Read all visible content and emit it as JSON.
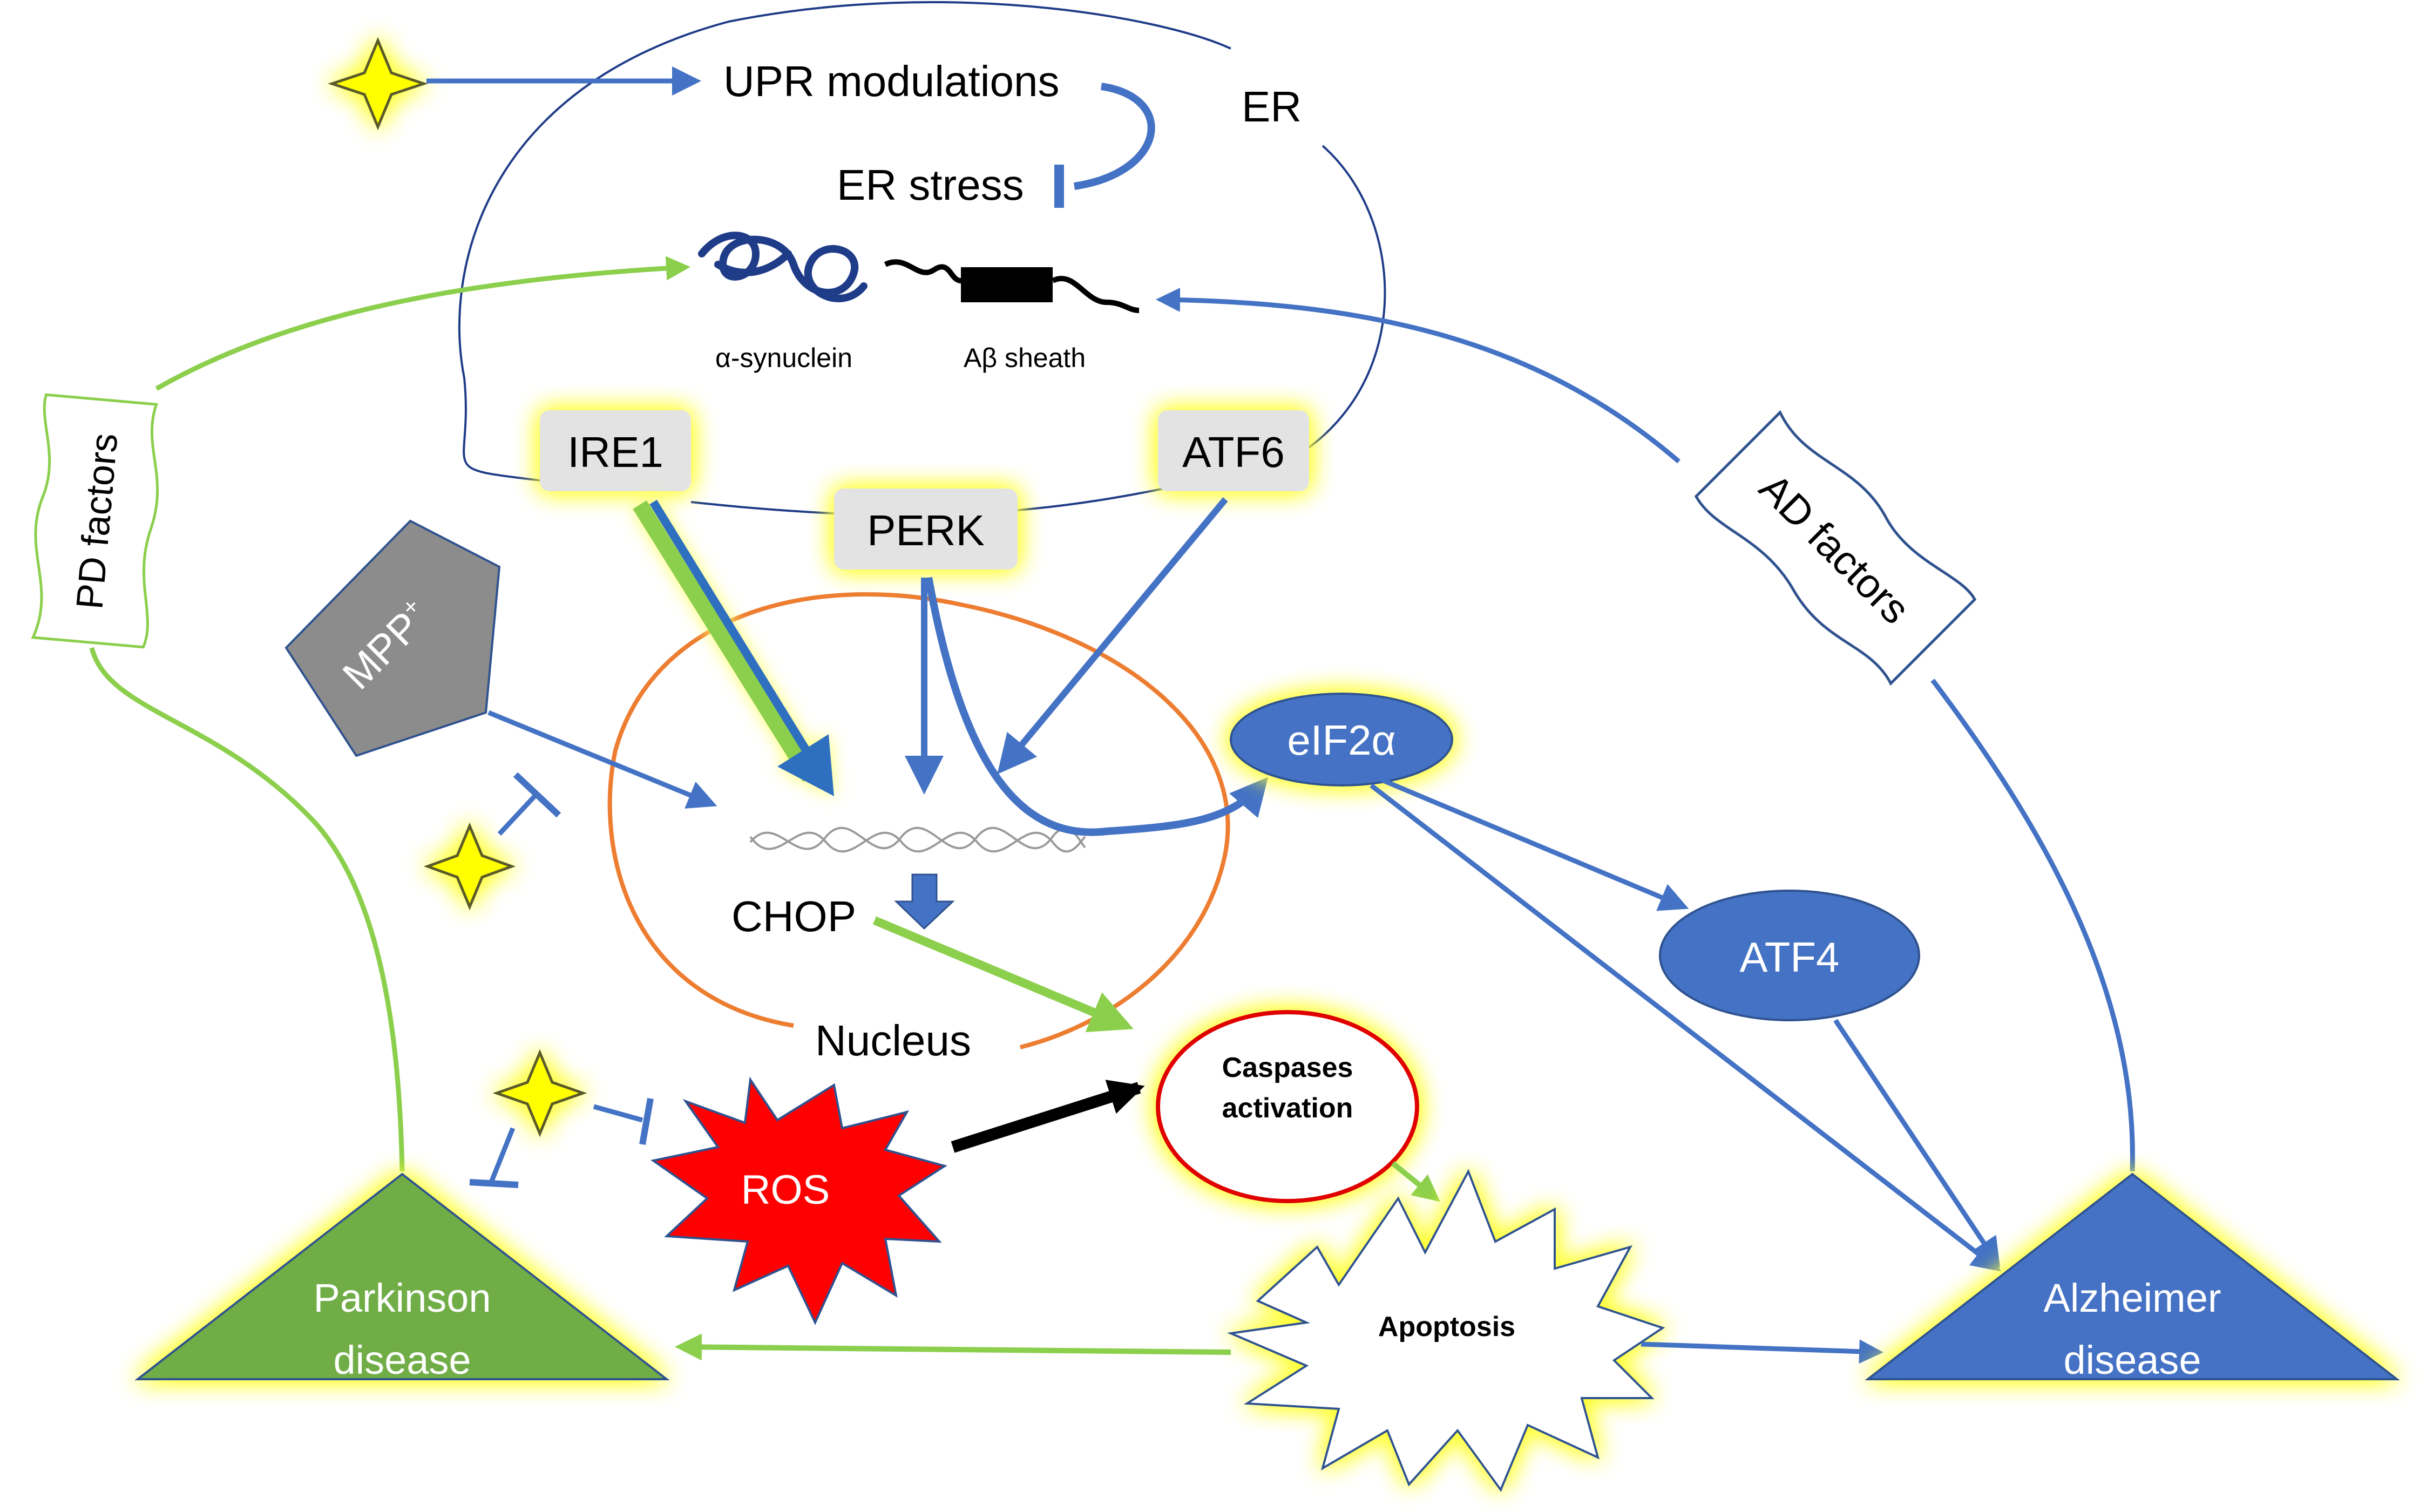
{
  "labels": {
    "er": "ER",
    "upr_modulations": "UPR modulations",
    "er_stress": "ER stress",
    "alpha_synuclein": "α-synuclein",
    "abeta_sheath": "Aβ sheath",
    "ire1": "IRE1",
    "perk": "PERK",
    "atf6": "ATF6",
    "pd_factors": "PD factors",
    "ad_factors": "AD factors",
    "mpp": "MPP",
    "mpp_sup": "+",
    "eif2a": "eIF2α",
    "atf4": "ATF4",
    "chop": "CHOP",
    "nucleus": "Nucleus",
    "caspases_line1": "Caspases",
    "caspases_line2": "activation",
    "ros": "ROS",
    "apoptosis": "Apoptosis",
    "parkinson_line1": "Parkinson",
    "parkinson_line2": "disease",
    "alzheimer_line1": "Alzheimer",
    "alzheimer_line2": "disease"
  },
  "colors": {
    "blue": "#4472C4",
    "green": "#8CCF4D",
    "orange": "#ED7D31",
    "red": "#E00000",
    "black": "#000000",
    "grey_box": "#E3E3E3",
    "mpp_grey": "#8C8C8C",
    "glow": "#FFFF66"
  }
}
